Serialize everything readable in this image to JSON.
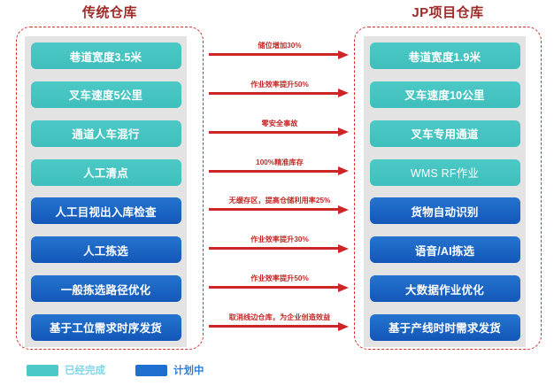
{
  "columns": {
    "left": {
      "title": "传统仓库",
      "items": [
        {
          "label": "巷道宽度3.5米",
          "status": "done"
        },
        {
          "label": "叉车速度5公里",
          "status": "done"
        },
        {
          "label": "通道人车混行",
          "status": "done"
        },
        {
          "label": "人工清点",
          "status": "done"
        },
        {
          "label": "人工目视出入库检查",
          "status": "planned"
        },
        {
          "label": "人工拣选",
          "status": "planned"
        },
        {
          "label": "一般拣选路径优化",
          "status": "planned"
        },
        {
          "label": "基于工位需求时序发货",
          "status": "planned"
        }
      ]
    },
    "right": {
      "title": "JP项目仓库",
      "items": [
        {
          "label": "巷道宽度1.9米",
          "status": "done"
        },
        {
          "label": "叉车速度10公里",
          "status": "done"
        },
        {
          "label": "叉车专用通道",
          "status": "done"
        },
        {
          "label": "WMS RF作业",
          "status": "done",
          "weight": "light"
        },
        {
          "label": "货物自动识别",
          "status": "planned"
        },
        {
          "label": "语音/AI拣选",
          "status": "planned"
        },
        {
          "label": "大数据作业优化",
          "status": "planned"
        },
        {
          "label": "基于产线时时需求发货",
          "status": "planned"
        }
      ]
    }
  },
  "arrows": [
    {
      "label": "储位增加30%"
    },
    {
      "label": "作业效率提升50%"
    },
    {
      "label": "零安全事故"
    },
    {
      "label": "100%精准库存"
    },
    {
      "label": "无缓存区，提高仓储利用率25%"
    },
    {
      "label": "作业效率提升30%"
    },
    {
      "label": "作业效率提升50%"
    },
    {
      "label": "取消线边仓库，为企业创造效益"
    }
  ],
  "legend": {
    "items": [
      {
        "label": "已经完成",
        "status": "done"
      },
      {
        "label": "计划中",
        "status": "planned"
      }
    ]
  },
  "colors": {
    "title": "#9e2a28",
    "arrow": "#cc2726",
    "done": "#4cc9c6",
    "planned": "#1f6fd0",
    "panel": "#e3e3e3",
    "dash_border": "#d4302f"
  }
}
